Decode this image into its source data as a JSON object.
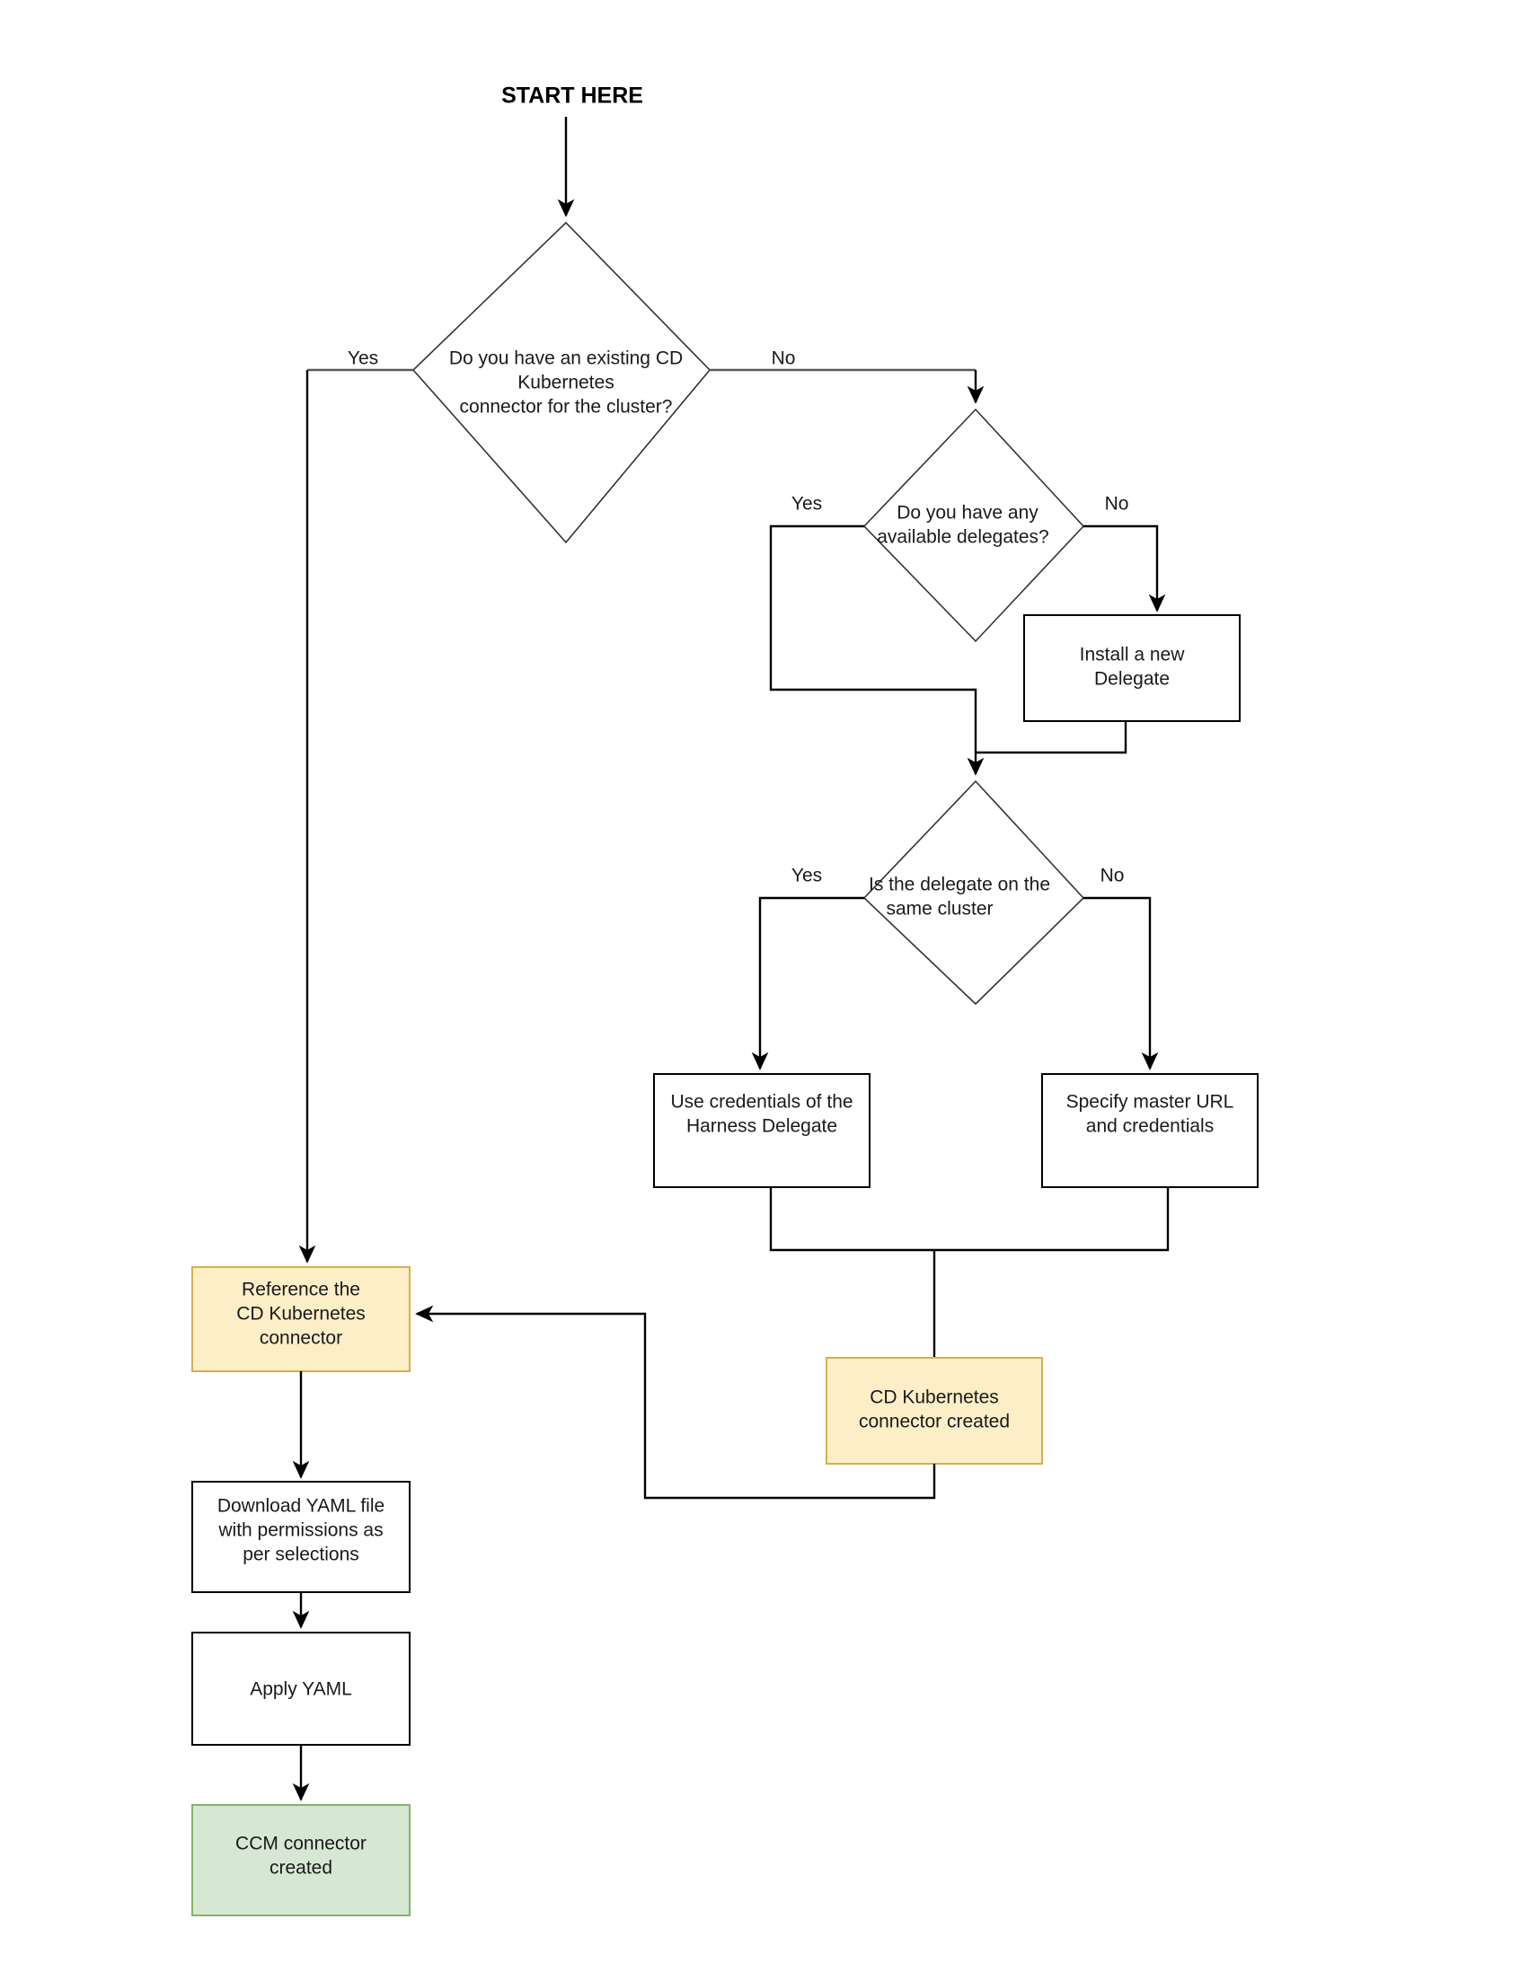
{
  "diagram": {
    "title_label": "START HERE",
    "colors": {
      "yellow_fill": "#fceec7",
      "yellow_stroke": "#d3b14c",
      "green_fill": "#d6e8d3",
      "green_stroke": "#85b368",
      "process_fill": "#ffffff",
      "process_stroke": "#000000",
      "line": "#000000",
      "line_gray": "#5a5a5a",
      "text": "#1a1a1a"
    },
    "nodes": [
      {
        "id": "decision-existing-connector",
        "type": "decision",
        "lines": [
          "Do you have an existing CD",
          "Kubernetes",
          "connector for the cluster?"
        ]
      },
      {
        "id": "decision-available-delegates",
        "type": "decision",
        "lines": [
          "Do you have any",
          "available delegates?"
        ]
      },
      {
        "id": "process-install-delegate",
        "type": "process",
        "lines": [
          "Install a new",
          "Delegate"
        ]
      },
      {
        "id": "decision-delegate-same-cluster",
        "type": "decision",
        "lines": [
          "Is the delegate on the",
          "same cluster"
        ]
      },
      {
        "id": "process-use-delegate-credentials",
        "type": "process",
        "lines": [
          "Use credentials of the",
          "Harness Delegate"
        ]
      },
      {
        "id": "process-specify-master-url",
        "type": "process",
        "lines": [
          "Specify master URL",
          "and credentials"
        ]
      },
      {
        "id": "terminal-cd-connector-created",
        "type": "yellow",
        "lines": [
          "CD Kubernetes",
          "connector created"
        ]
      },
      {
        "id": "process-reference-cd-connector",
        "type": "yellow",
        "lines": [
          "Reference the",
          "CD Kubernetes",
          "connector"
        ]
      },
      {
        "id": "process-download-yaml",
        "type": "process",
        "lines": [
          "Download YAML file",
          "with permissions as",
          "per selections"
        ]
      },
      {
        "id": "process-apply-yaml",
        "type": "process",
        "lines": [
          "Apply YAML"
        ]
      },
      {
        "id": "terminal-ccm-connector-created",
        "type": "green",
        "lines": [
          "CCM connector",
          "created"
        ]
      }
    ],
    "edge_labels": {
      "d1_yes": "Yes",
      "d1_no": "No",
      "d2_yes": "Yes",
      "d2_no": "No",
      "d3_yes": "Yes",
      "d3_no": "No"
    }
  }
}
